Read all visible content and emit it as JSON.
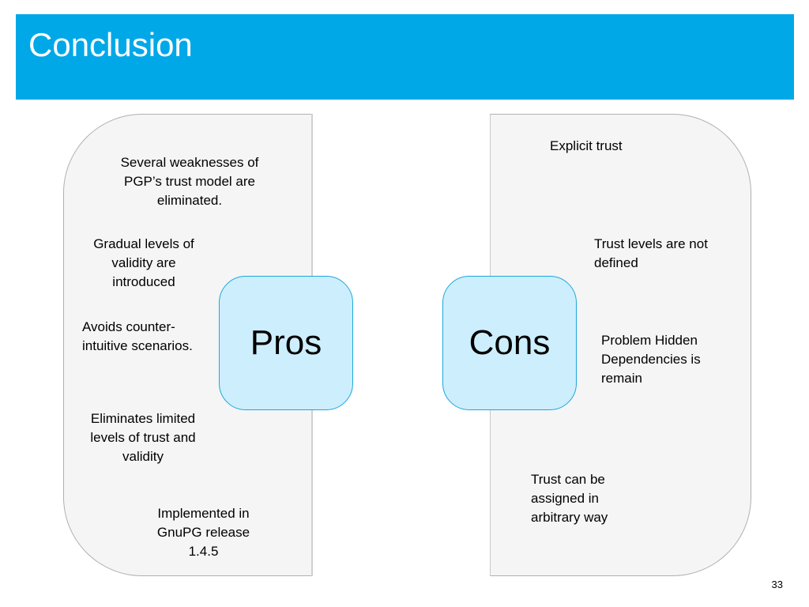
{
  "slide": {
    "title": "Conclusion",
    "page_number": "33"
  },
  "pros": {
    "label": "Pros",
    "items": [
      "Several weaknesses of PGP’s trust model are eliminated.",
      "Gradual levels of validity are introduced",
      "Avoids counter-intuitive scenarios.",
      "Eliminates limited levels of trust and validity",
      "Implemented in GnuPG release 1.4.5"
    ]
  },
  "cons": {
    "label": "Cons",
    "items": [
      "Explicit trust",
      "Trust levels are not defined",
      "Problem Hidden Dependencies is remain",
      "Trust can be assigned in arbitrary way"
    ]
  },
  "colors": {
    "title_bar": "#00a8e8",
    "badge_fill": "#cdeefc",
    "badge_border": "#1ca7e0",
    "panel_fill": "#f5f5f5"
  }
}
